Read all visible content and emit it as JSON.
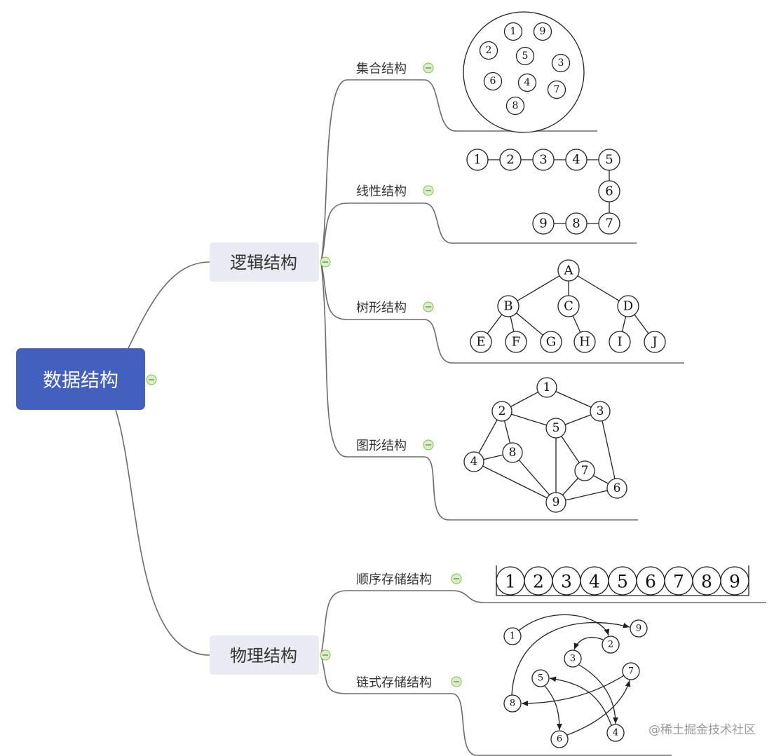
{
  "root": {
    "label": "数据结构",
    "color": "#4360be"
  },
  "branches": [
    {
      "label": "逻辑结构",
      "children": [
        {
          "label": "集合结构",
          "figure": {
            "type": "set",
            "nodes": [
              "1",
              "9",
              "2",
              "5",
              "3",
              "6",
              "4",
              "7",
              "8"
            ]
          }
        },
        {
          "label": "线性结构",
          "figure": {
            "type": "linear",
            "nodes": [
              "1",
              "2",
              "3",
              "4",
              "5",
              "6",
              "7",
              "8",
              "9"
            ]
          }
        },
        {
          "label": "树形结构",
          "figure": {
            "type": "tree",
            "nodes": [
              "A",
              "B",
              "C",
              "D",
              "E",
              "F",
              "G",
              "H",
              "I",
              "J"
            ],
            "edges": [
              [
                "A",
                "B"
              ],
              [
                "A",
                "C"
              ],
              [
                "A",
                "D"
              ],
              [
                "B",
                "E"
              ],
              [
                "B",
                "F"
              ],
              [
                "B",
                "G"
              ],
              [
                "C",
                "H"
              ],
              [
                "D",
                "I"
              ],
              [
                "D",
                "J"
              ]
            ]
          }
        },
        {
          "label": "图形结构",
          "figure": {
            "type": "graph",
            "nodes": [
              "1",
              "2",
              "3",
              "4",
              "5",
              "6",
              "7",
              "8",
              "9"
            ],
            "edges": [
              [
                "1",
                "2"
              ],
              [
                "1",
                "3"
              ],
              [
                "2",
                "5"
              ],
              [
                "3",
                "5"
              ],
              [
                "2",
                "4"
              ],
              [
                "2",
                "8"
              ],
              [
                "4",
                "8"
              ],
              [
                "4",
                "9"
              ],
              [
                "8",
                "9"
              ],
              [
                "5",
                "9"
              ],
              [
                "5",
                "7"
              ],
              [
                "7",
                "9"
              ],
              [
                "7",
                "6"
              ],
              [
                "3",
                "6"
              ],
              [
                "9",
                "6"
              ]
            ]
          }
        }
      ]
    },
    {
      "label": "物理结构",
      "children": [
        {
          "label": "顺序存储结构",
          "figure": {
            "type": "array",
            "nodes": [
              "1",
              "2",
              "3",
              "4",
              "5",
              "6",
              "7",
              "8",
              "9"
            ]
          }
        },
        {
          "label": "链式存储结构",
          "figure": {
            "type": "linked",
            "nodes": [
              "1",
              "2",
              "3",
              "4",
              "5",
              "6",
              "7",
              "8",
              "9"
            ],
            "edges": [
              [
                "1",
                "2"
              ],
              [
                "2",
                "3"
              ],
              [
                "3",
                "4"
              ],
              [
                "4",
                "5"
              ],
              [
                "5",
                "6"
              ],
              [
                "6",
                "7"
              ],
              [
                "7",
                "8"
              ],
              [
                "8",
                "9"
              ]
            ]
          }
        }
      ]
    }
  ],
  "watermark": "@稀土掘金技术社区",
  "colors": {
    "node_bg": "#e9eaf2",
    "collapse_fill": "#d9f0c4",
    "collapse_stroke": "#7cbf4a",
    "line": "#6b6b6b"
  }
}
